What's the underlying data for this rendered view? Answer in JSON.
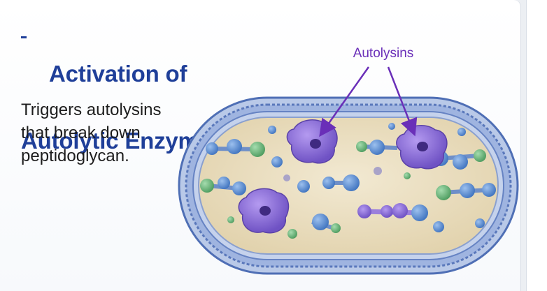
{
  "title": {
    "line1": "Activation of",
    "line2": "Autolytic Enzymes"
  },
  "description": {
    "line1": "Triggers autolysins",
    "line2": "that break down",
    "line3": "peptidoglycan."
  },
  "diagram": {
    "callout_label": "Autolysins",
    "colors": {
      "title": "#1f3f99",
      "callout": "#6a2fb8",
      "cell_wall": "#5f7fc0",
      "cytoplasm": "#ede2c6",
      "enzyme": "#8b6fd8",
      "molecule_blue": "#5e8fd2",
      "molecule_green": "#6bb77c"
    }
  }
}
